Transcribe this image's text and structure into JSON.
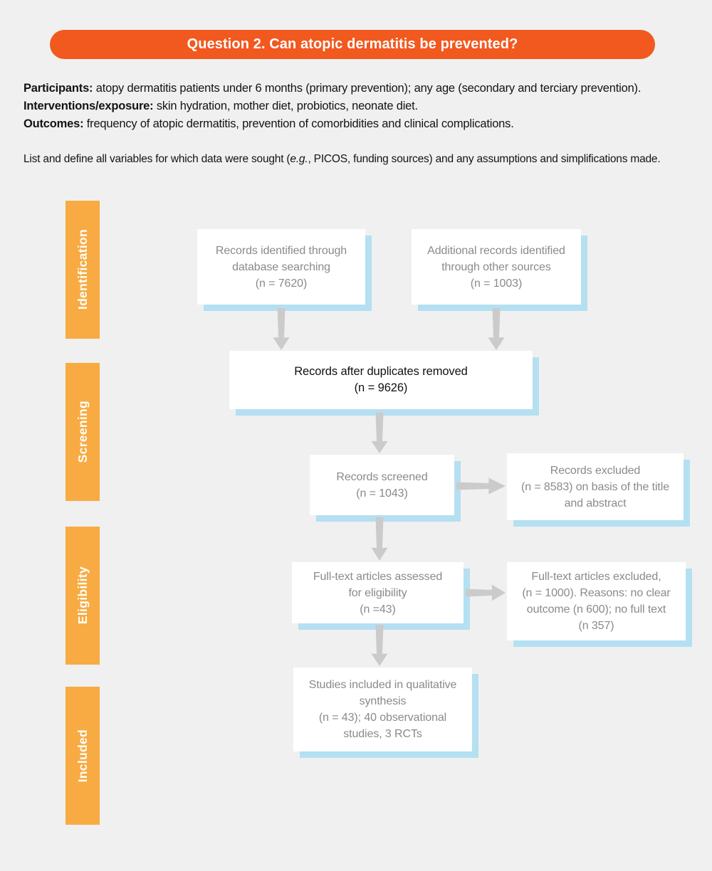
{
  "banner": {
    "title": "Question 2. Can atopic dermatitis be prevented?"
  },
  "criteria": {
    "lines": [
      {
        "label": "Participants:",
        "text": " atopy dermatitis patients under 6 months (primary prevention); any age (secondary and terciary prevention)."
      },
      {
        "label": "Interventions/exposure:",
        "text": " skin hydration, mother diet, probiotics, neonate diet."
      },
      {
        "label": "Outcomes:",
        "text": " frequency of atopic dermatitis, prevention of comorbidities and clinical complications."
      }
    ],
    "note": {
      "prefix": "List and define all variables for which data were sought (",
      "italic": "e.g.",
      "suffix": ", PICOS, funding sources) and any assumptions and simplifications made."
    }
  },
  "stages": [
    {
      "label": "Identification"
    },
    {
      "label": "Screening"
    },
    {
      "label": "Eligibility"
    },
    {
      "label": "Included"
    }
  ],
  "flow": {
    "records_identified": "Records identified through\ndatabase searching\n(n = 7620)",
    "additional_records": "Additional records identified\nthrough other sources\n(n = 1003)",
    "duplicates_removed": "Records after duplicates removed\n(n = 9626)",
    "records_screened": "Records screened\n(n = 1043)",
    "records_excluded": "Records excluded\n(n = 8583) on basis of the title\nand abstract",
    "fulltext_assessed": "Full-text articles assessed\nfor eligibility\n(n =43)",
    "fulltext_excluded": "Full-text articles excluded,\n(n = 1000). Reasons: no clear\noutcome (n 600); no full text\n(n 357)",
    "studies_included": "Studies included in qualitative\nsynthesis\n(n = 43); 40 observational\nstudies, 3 RCTs"
  },
  "colors": {
    "background": "#f0f0f0",
    "banner": "#f1591f",
    "stage_bar": "#f8ab42",
    "box_shadow": "#b4e0f2",
    "arrow": "#cbcbcb",
    "box_text": "#8a8a8a",
    "emphasis_text": "#111111"
  }
}
